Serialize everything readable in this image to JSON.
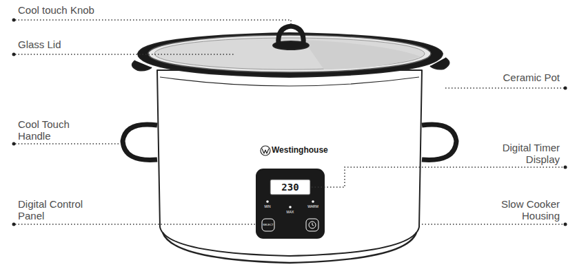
{
  "diagram": {
    "labels": [
      "Cool touch Knob",
      "Glass Lid",
      "Ceramic Pot",
      "Cool Touch Handle",
      "Digital Timer Display",
      "Digital Control Panel",
      "Slow Cooker Housing",
      "Westinghouse",
      "230",
      "MIN",
      "MAX",
      "WARM",
      "SELECT"
    ]
  }
}
